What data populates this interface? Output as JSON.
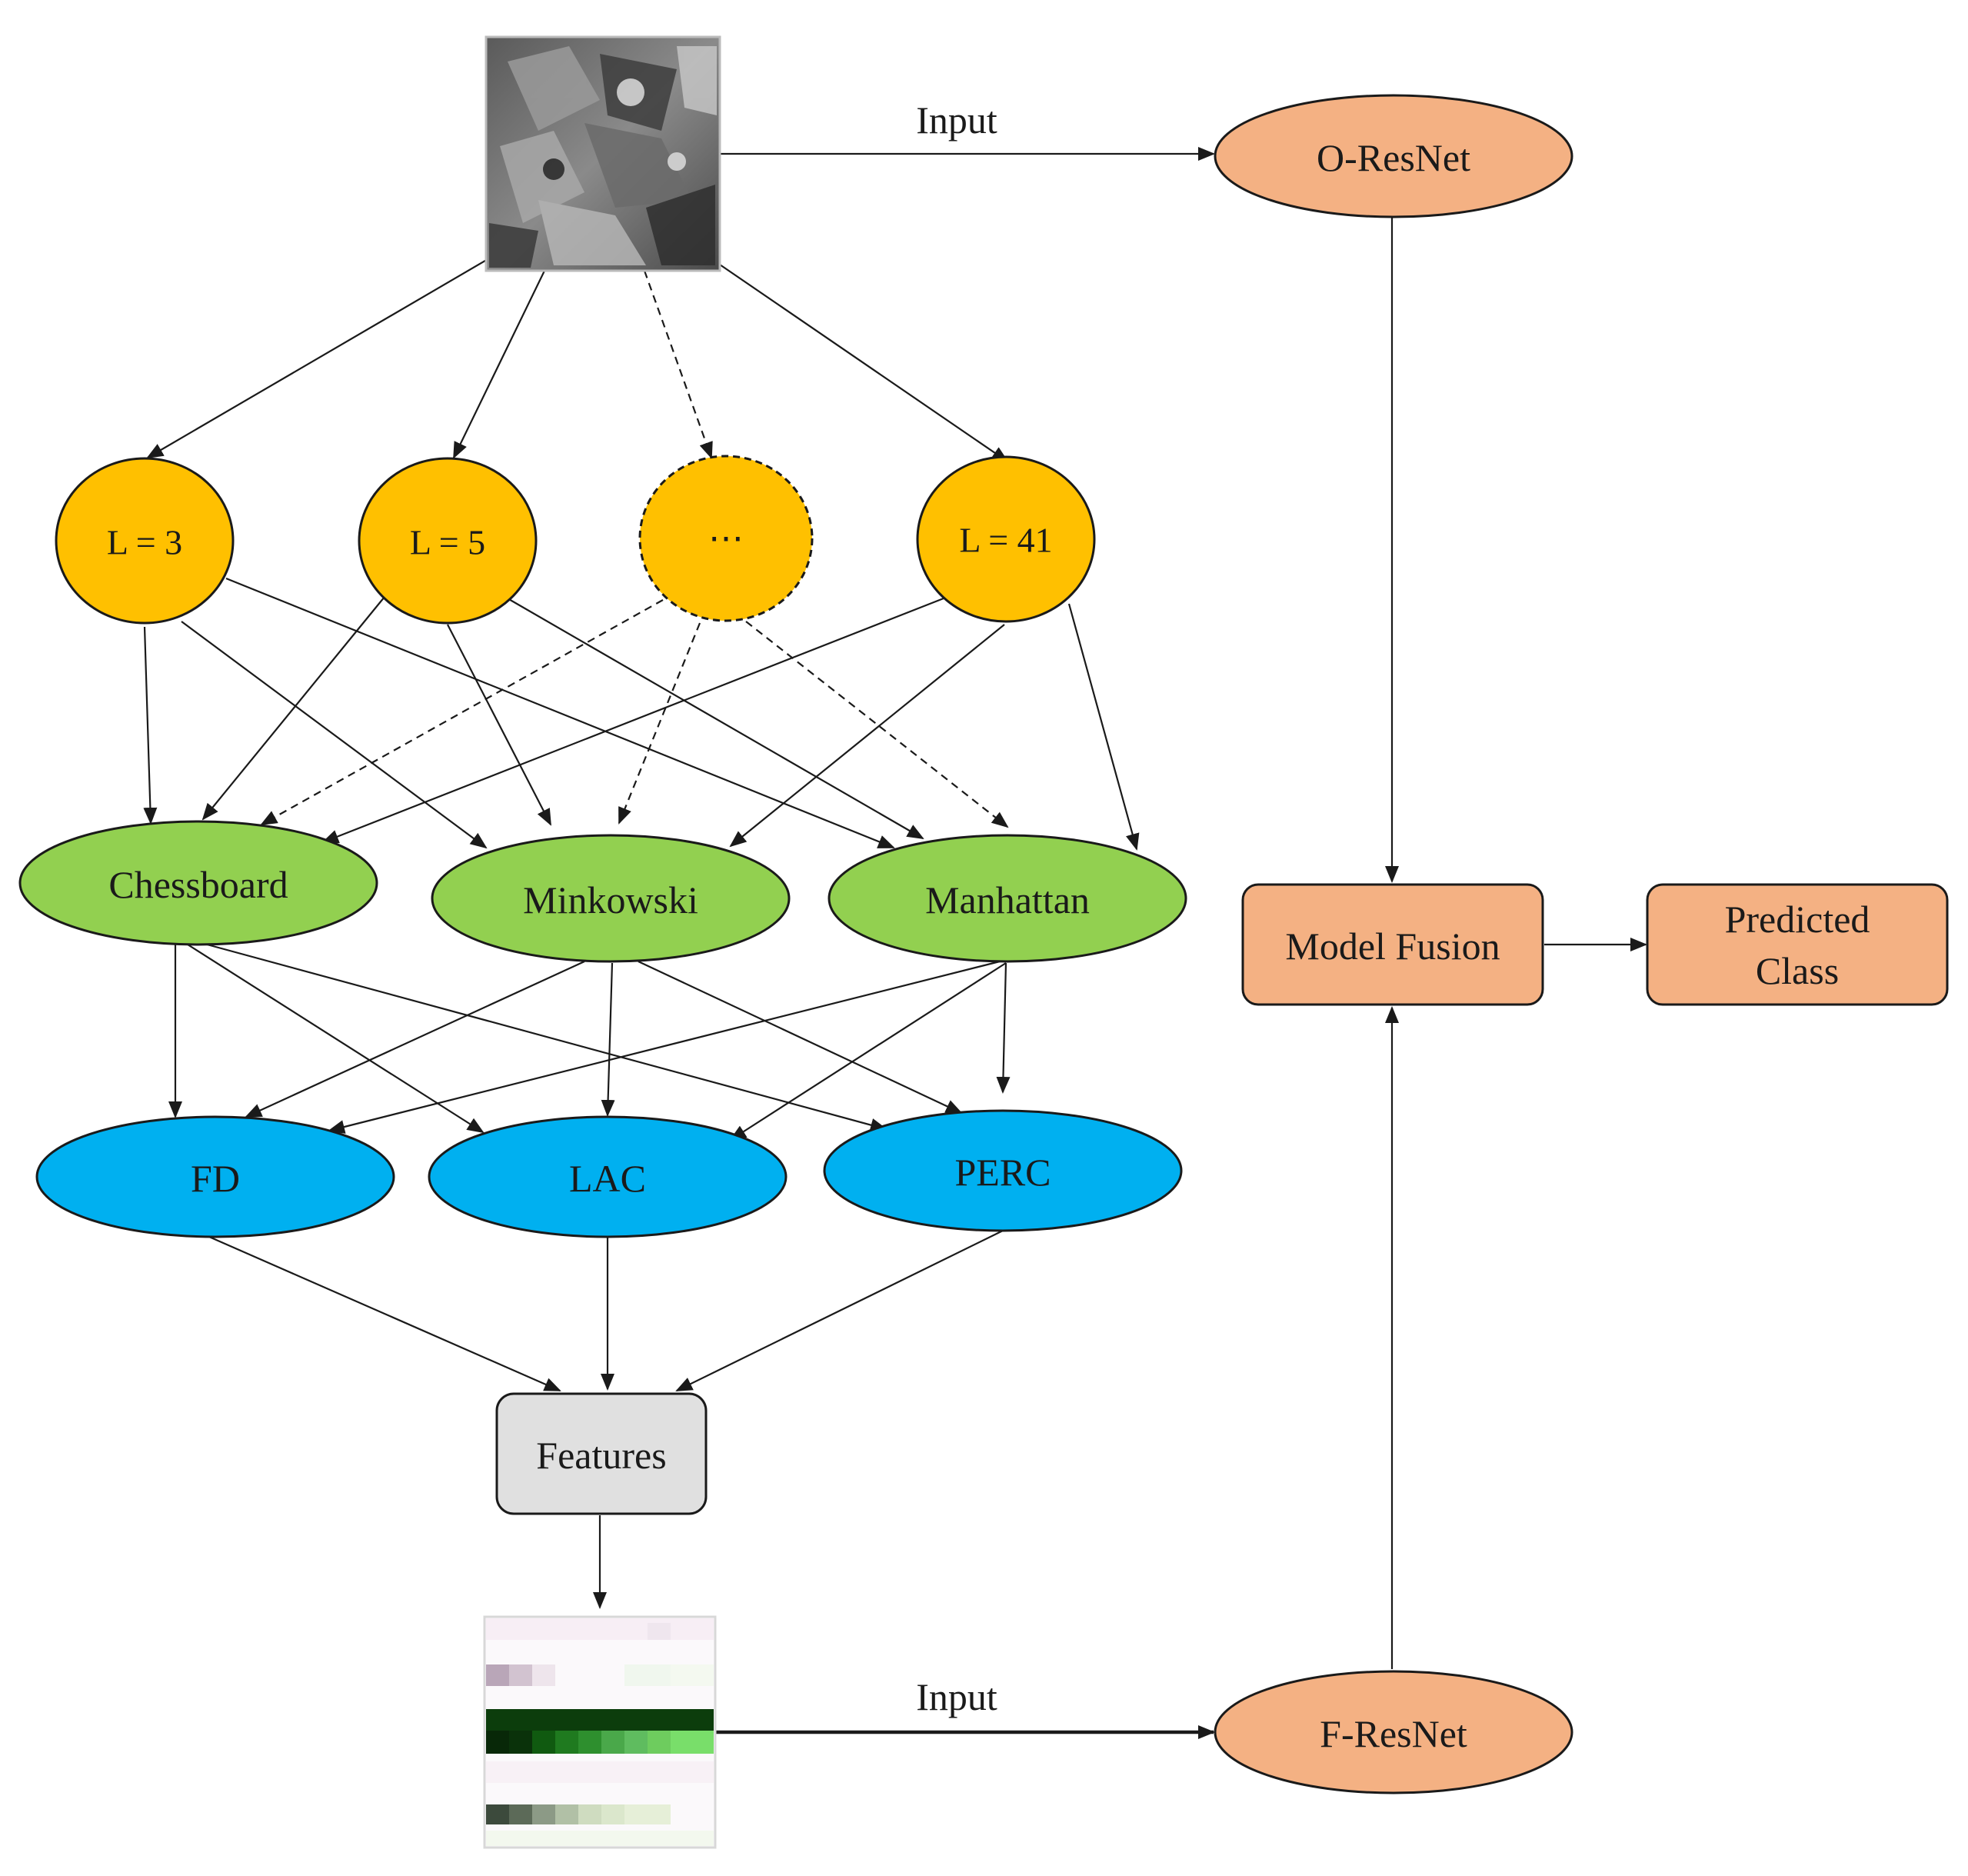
{
  "colors": {
    "scale_node": "#FFC000",
    "distance_node": "#92D050",
    "feature_node": "#00B0F0",
    "resnet_node": "#F4B183",
    "features_box": "#E0E0E0",
    "edge": "#1a1a1a"
  },
  "images": {
    "input_image": "sem-micrograph-image",
    "feature_map": "feature-heatmap-image"
  },
  "scales": [
    "L = 3",
    "L = 5",
    "⋯",
    "L = 41"
  ],
  "distances": [
    "Chessboard",
    "Minkowski",
    "Manhattan"
  ],
  "features": [
    "FD",
    "LAC",
    "PERC"
  ],
  "features_box": "Features",
  "o_resnet": "O-ResNet",
  "f_resnet": "F-ResNet",
  "input_label_top": "Input",
  "input_label_bottom": "Input",
  "model_fusion": "Model Fusion",
  "predicted_class": [
    "Predicted",
    "Class"
  ]
}
